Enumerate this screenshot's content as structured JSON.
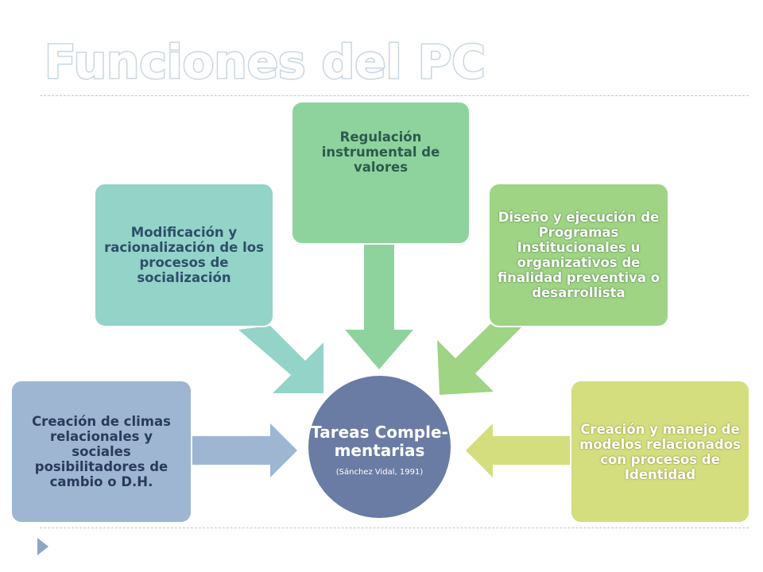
{
  "slide": {
    "title": "Funciones del PC"
  },
  "center": {
    "title": "Tareas Comple-mentarias",
    "citation": "(Sánchez Vidal, 1991)",
    "color": "#6a7ca4"
  },
  "boxes": {
    "climas": {
      "label": "Creación de climas relacionales y sociales posibilitadores de cambio o D.H.",
      "color": "#9eb6d2"
    },
    "modificacion": {
      "label": "Modificación y racionalización de los procesos de socialización",
      "color": "#94d3c8"
    },
    "regulacion": {
      "label": "Regulación instrumental de valores",
      "color": "#8ed39e"
    },
    "diseno": {
      "label": "Diseño y ejecución de Programas Institucionales u organizativos de finalidad preventiva o desarrollista",
      "color": "#9ed484"
    },
    "modelos": {
      "label": "Creación y manejo de modelos relacionados con procesos de Identidad",
      "color": "#d4de7e"
    }
  },
  "icons": {
    "bullet": "triangle-right-icon"
  }
}
